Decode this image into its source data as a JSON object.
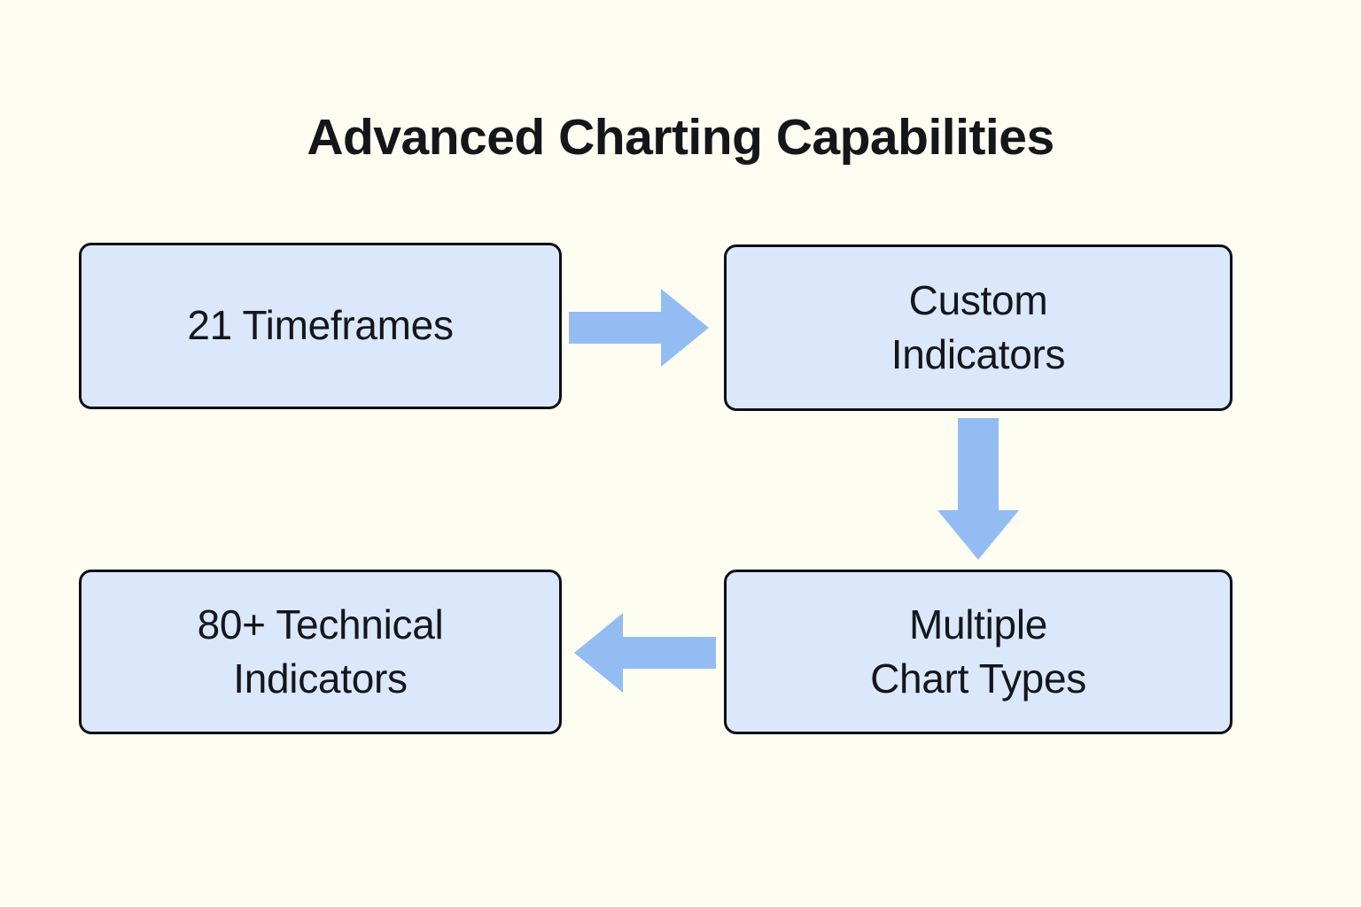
{
  "title": "Advanced Charting Capabilities",
  "colors": {
    "background": "#fefdf2",
    "node_fill": "#dbe7fb",
    "node_border": "#0d0f12",
    "arrow": "#93bdf2",
    "text": "#14161a"
  },
  "chart_data": {
    "type": "diagram",
    "title": "Advanced Charting Capabilities",
    "layout": "2x2 cycle flow",
    "nodes": [
      {
        "id": "timeframes",
        "label": "21 Timeframes",
        "row": 1,
        "col": 1
      },
      {
        "id": "custom",
        "label": "Custom\nIndicators",
        "row": 1,
        "col": 2
      },
      {
        "id": "charttypes",
        "label": "Multiple\nChart Types",
        "row": 2,
        "col": 2
      },
      {
        "id": "technical",
        "label": "80+ Technical\nIndicators",
        "row": 2,
        "col": 1
      }
    ],
    "edges": [
      {
        "from": "timeframes",
        "to": "custom",
        "direction": "right"
      },
      {
        "from": "custom",
        "to": "charttypes",
        "direction": "down"
      },
      {
        "from": "charttypes",
        "to": "technical",
        "direction": "left"
      }
    ]
  },
  "nodes": {
    "timeframes": {
      "label": "21 Timeframes"
    },
    "custom": {
      "label": "Custom\nIndicators"
    },
    "charttypes": {
      "label": "Multiple\nChart Types"
    },
    "technical": {
      "label": "80+ Technical\nIndicators"
    }
  },
  "arrows": {
    "right": {
      "name": "arrow-right-icon"
    },
    "down": {
      "name": "arrow-down-icon"
    },
    "left": {
      "name": "arrow-left-icon"
    }
  }
}
